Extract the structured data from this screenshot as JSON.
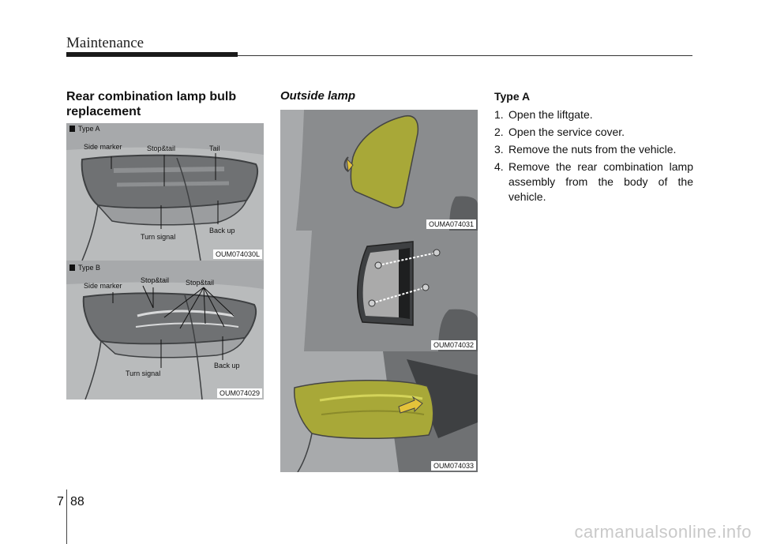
{
  "header": {
    "section": "Maintenance"
  },
  "left": {
    "heading": "Rear combination lamp bulb replacement",
    "figure_a": {
      "type_label": "Type A",
      "callouts": {
        "side_marker": "Side marker",
        "stop_tail": "Stop&tail",
        "tail": "Tail",
        "turn_signal": "Turn signal",
        "back_up": "Back up"
      },
      "code": "OUM074030L"
    },
    "figure_b": {
      "type_label": "Type B",
      "callouts": {
        "side_marker": "Side marker",
        "stop_tail_1": "Stop&tail",
        "stop_tail_2": "Stop&tail",
        "turn_signal": "Turn signal",
        "back_up": "Back up"
      },
      "code": "OUM074029"
    }
  },
  "middle": {
    "subheading": "Outside lamp",
    "figures": [
      {
        "code": "OUMA074031"
      },
      {
        "code": "OUM074032"
      },
      {
        "code": "OUM074033"
      }
    ]
  },
  "right": {
    "type_title": "Type A",
    "steps": [
      {
        "num": "1.",
        "text": "Open the liftgate."
      },
      {
        "num": "2.",
        "text": "Open the service cover."
      },
      {
        "num": "3.",
        "text": "Remove the nuts from the vehicle."
      },
      {
        "num": "4.",
        "text": "Remove the rear combination lamp assembly from the body of the vehicle."
      }
    ]
  },
  "footer": {
    "chapter": "7",
    "page": "88"
  },
  "watermark": "carmanualsonline.info",
  "colors": {
    "highlight_yellow": "#a8a838",
    "panel_gray": "#8a8c8e",
    "lamp_gray": "#6f7173"
  }
}
